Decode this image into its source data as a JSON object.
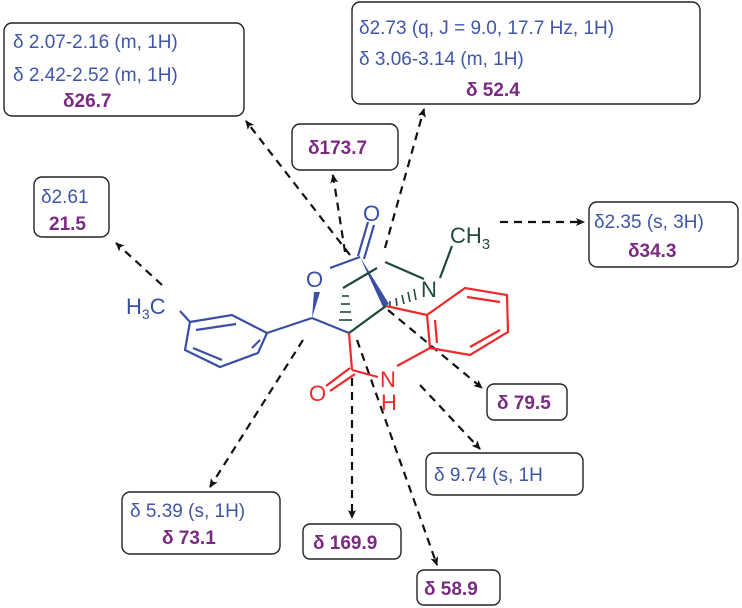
{
  "molecule": {
    "atoms": {
      "carbonyl_o_top": "O",
      "ring_o": "O",
      "n_methyl": "N",
      "methyl_n": "CH",
      "methyl_n_sub": "3",
      "aryl_methyl": "H",
      "aryl_methyl_sub": "3",
      "aryl_methyl_c": "C",
      "amide_o": "O",
      "amide_n": "N",
      "amide_h": "H"
    },
    "colors": {
      "lactone": "#3a4fa3",
      "oxindole": "#ee2a2a",
      "pyrrolidine": "#1f4a3f",
      "proton_shift": "#3f55a8",
      "carbon_shift": "#7a2a82"
    }
  },
  "annotations": [
    {
      "id": "ch2-a",
      "proton": [
        "δ 2.07-2.16 (m, 1H)",
        "δ 2.42-2.52 (m, 1H)"
      ],
      "carbon": "δ26.7"
    },
    {
      "id": "nch2",
      "proton": [
        "δ2.73 (q, J = 9.0, 17.7 Hz, 1H)",
        "δ 3.06-3.14 (m, 1H)"
      ],
      "carbon": "δ 52.4"
    },
    {
      "id": "lactone-co",
      "proton": [],
      "carbon": "δ173.7"
    },
    {
      "id": "aryl-ch3",
      "proton": [
        "δ2.61"
      ],
      "carbon": "21.5"
    },
    {
      "id": "n-ch3",
      "proton": [
        "δ2.35 (s, 3H)"
      ],
      "carbon": "δ34.3"
    },
    {
      "id": "spiro-c",
      "proton": [],
      "carbon": "δ 79.5"
    },
    {
      "id": "nh",
      "proton": [
        "δ 9.74 (s, 1H"
      ],
      "carbon": ""
    },
    {
      "id": "och",
      "proton": [
        "δ 5.39 (s, 1H)"
      ],
      "carbon": "δ 73.1"
    },
    {
      "id": "amide-co",
      "proton": [],
      "carbon": "δ 169.9"
    },
    {
      "id": "quat-c",
      "proton": [],
      "carbon": "δ 58.9"
    }
  ]
}
